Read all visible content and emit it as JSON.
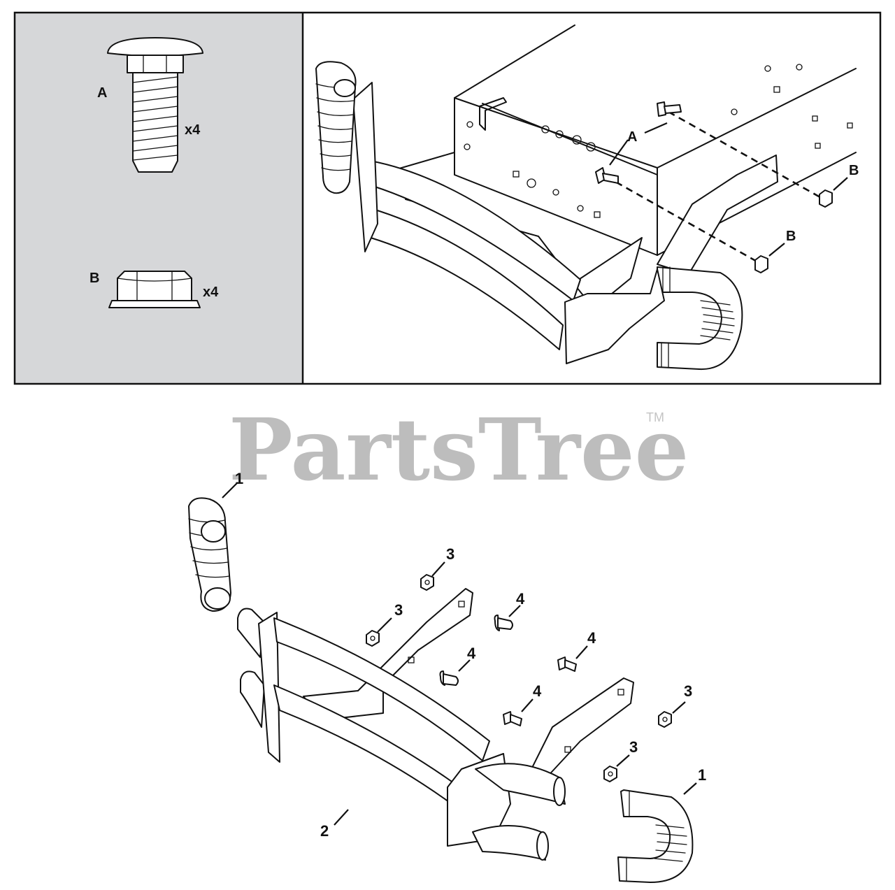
{
  "watermark": {
    "brand": "PartsTree",
    "trademark": "TM"
  },
  "hardware_key": {
    "A": {
      "letter": "A",
      "qty": "x4",
      "icon": "carriage-bolt-icon"
    },
    "B": {
      "letter": "B",
      "qty": "x4",
      "icon": "flange-nut-icon"
    }
  },
  "install_view": {
    "callout_a": "A",
    "callout_b1": "B",
    "callout_b2": "B"
  },
  "parts": {
    "p1_top": "1",
    "p1_bottom": "1",
    "p2": "2",
    "p3_a": "3",
    "p3_b": "3",
    "p3_c": "3",
    "p3_d": "3",
    "p4_a": "4",
    "p4_b": "4",
    "p4_c": "4",
    "p4_d": "4"
  },
  "colors": {
    "key_panel_bg": "#d6d7d9",
    "line": "#111111",
    "watermark": "#bdbdbd"
  }
}
